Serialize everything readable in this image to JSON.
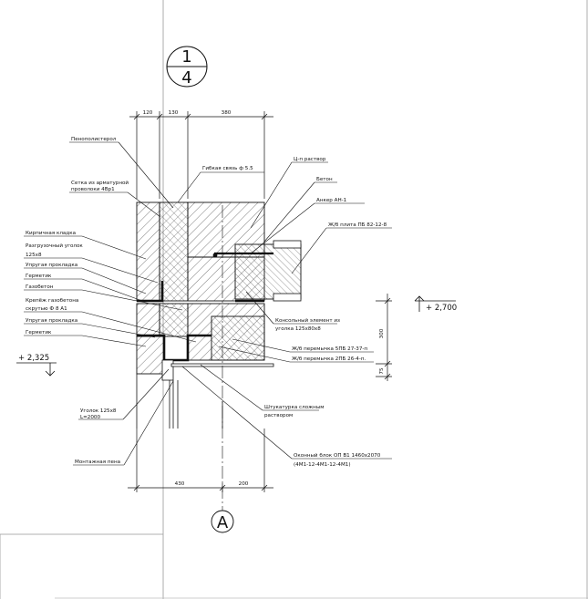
{
  "sheet_ref": {
    "top": "1",
    "bottom": "4"
  },
  "axis_label": "А",
  "dimensions": {
    "top": [
      "120",
      "130",
      "380"
    ],
    "bottom": [
      "430",
      "200"
    ],
    "right": [
      "300",
      "75"
    ]
  },
  "levels": {
    "upper": "+ 2,700",
    "lower": "+ 2,325"
  },
  "labels_left": [
    "Пенополистерол",
    "Сетка из арматурной",
    "проволоки 4Вр1",
    "Кирпичная кладка",
    "Разгрузочный уголок",
    "125х8",
    "Упругая прокладка",
    "Герметик",
    "Газобетон",
    "Крепёж газобетона",
    "скрутью Ф 8 А1",
    "Упругая прокладка",
    "Герметик",
    "Уголок 125х8",
    "L=2000",
    "Монтажная пена"
  ],
  "labels_right": [
    "Гибкая связь ф 5.5",
    "Ц-п раствор",
    "Бетон",
    "Анкер АН-1",
    "Ж/б плита ПБ 82-12-8",
    "Консольный элемент из",
    "уголка 125х80х8",
    "Ж/б перемычка 5ПБ 27-37-п",
    "Ж/б перемычка 2ПБ 26-4-п.",
    "Штукатурка сложным",
    "раствором",
    "Оконный блок ОП В1 1460х2070",
    "(4М1-12-4М1-12-4М1)"
  ]
}
